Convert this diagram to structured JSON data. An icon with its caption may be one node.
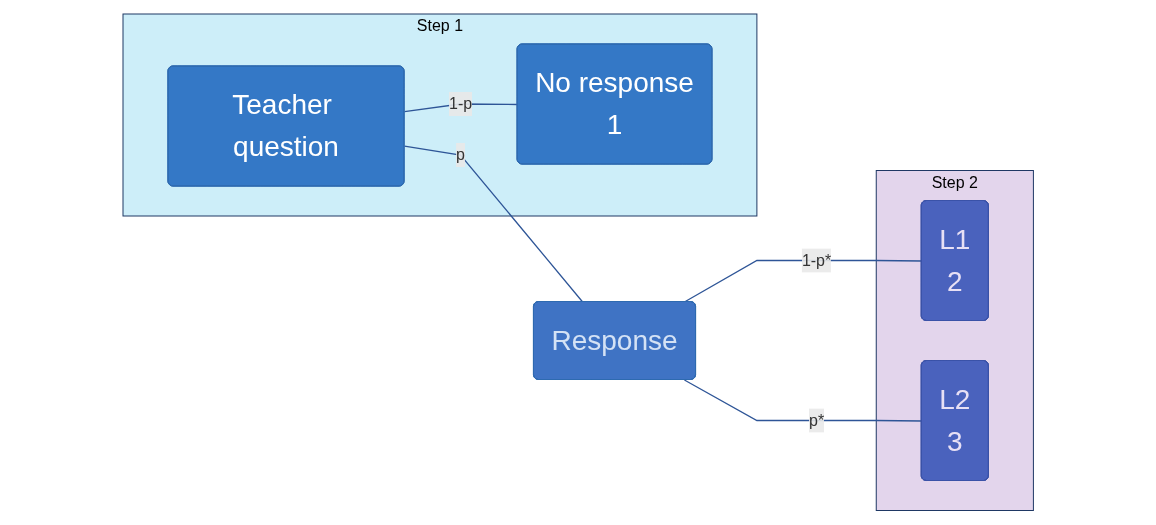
{
  "diagram": {
    "nodes": [
      {
        "text": [
          "Step 1"
        ]
      },
      {
        "text": [
          "Teacher question"
        ],
        "in": 0
      },
      {
        "text": [
          "No response",
          "1"
        ],
        "in": 0
      },
      {
        "text": [
          "Step 2"
        ]
      },
      {
        "text": [
          "Response"
        ]
      },
      {
        "text": [
          "L1",
          "2"
        ],
        "in": 3
      },
      {
        "text": [
          "L2",
          "3"
        ],
        "in": 3
      }
    ],
    "edges": [
      {
        "from": 1,
        "to": 2,
        "arrow": "none",
        "label": "1-p"
      },
      {
        "from": 1,
        "to": 4,
        "arrow": "none",
        "label": "p"
      },
      {
        "from": 4,
        "to": 5,
        "arrow": "none",
        "label": "1-p*"
      },
      {
        "from": 4,
        "to": 6,
        "arrow": "none",
        "label": "p*"
      }
    ]
  }
}
